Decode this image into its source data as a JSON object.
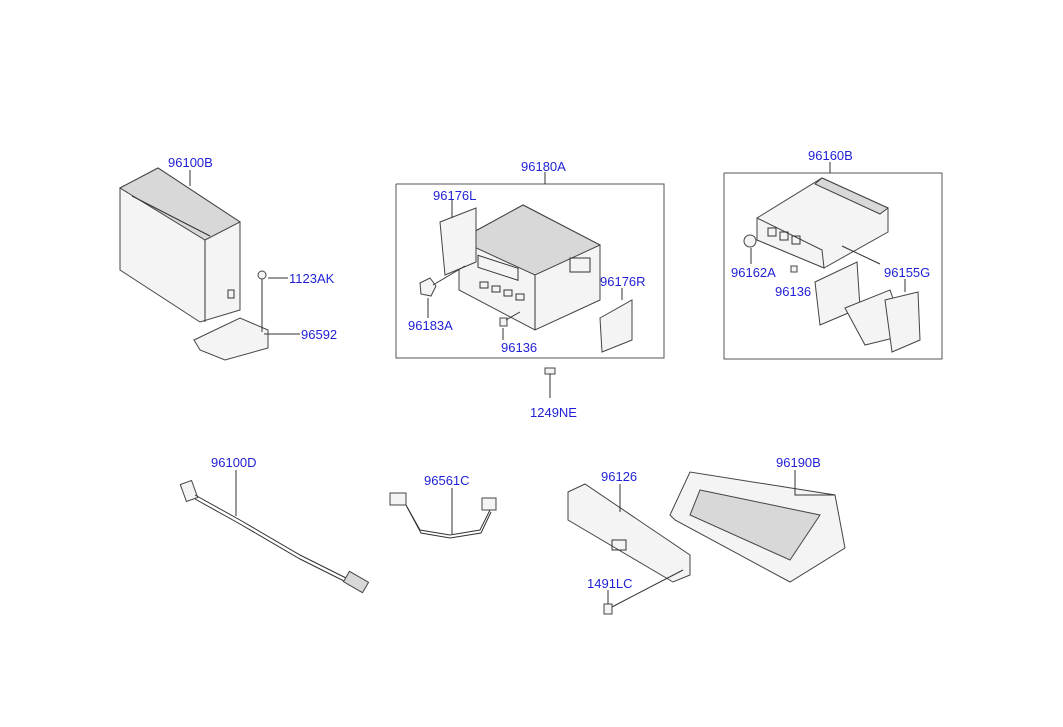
{
  "parts": {
    "cd_changer": "96100B",
    "cd_changer_bolt": "1123AK",
    "cd_changer_bracket": "96592",
    "audio_assy_a": "96180A",
    "bracket_left": "96176L",
    "knob_a": "96183A",
    "knob_small_a": "96136",
    "bracket_right": "96176R",
    "screw": "1249NE",
    "audio_assy_b": "96160B",
    "knob_b": "96162A",
    "knob_small_b": "96136",
    "bracket_b": "96155G",
    "antenna_cable": "96100D",
    "wiring_harness": "96561C",
    "cover": "96126",
    "cover_screw": "1491LC",
    "tray": "96190B"
  }
}
